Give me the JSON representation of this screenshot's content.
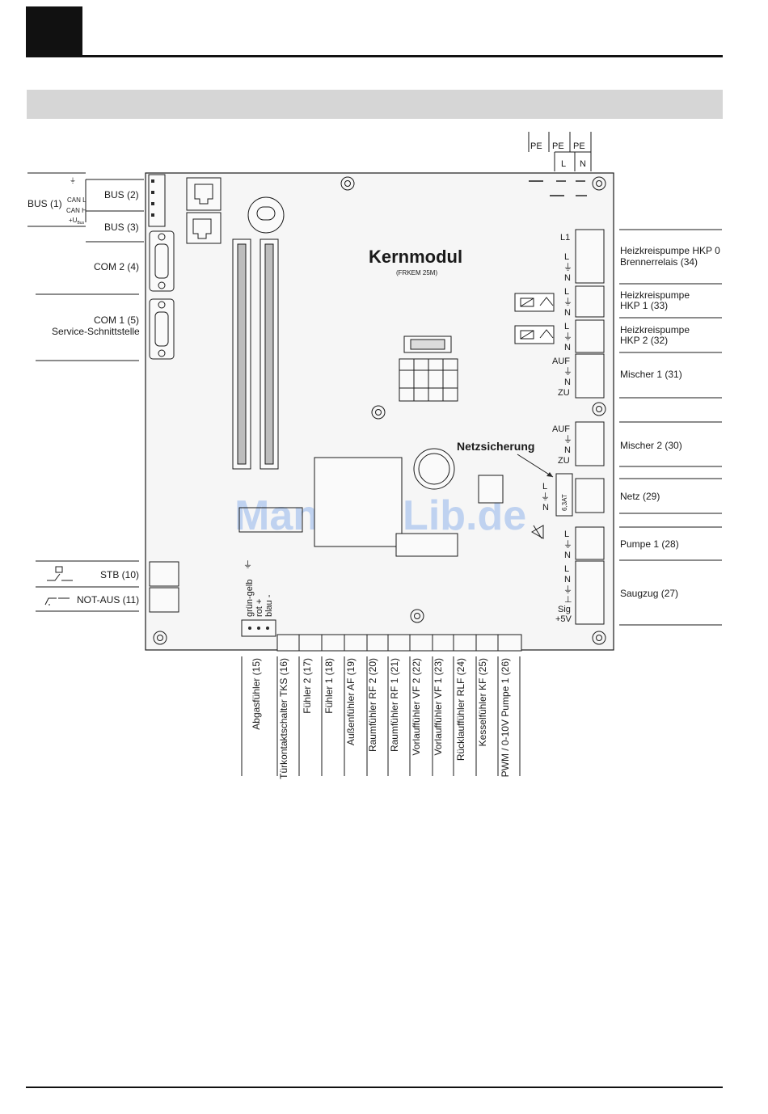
{
  "board": {
    "title": "Kernmodul",
    "subtitle": "(FRKEM 25M)",
    "fuse_label": "Netzsicherung",
    "fuse_value": "6,3AT",
    "watermark": "ManualsLib.de"
  },
  "top_terminals": {
    "pe": [
      "PE",
      "PE",
      "PE"
    ],
    "l": "L",
    "n": "N"
  },
  "left_labels": {
    "bus1": "BUS (1)",
    "bus2": "BUS (2)",
    "bus3": "BUS (3)",
    "can_l": "CAN L",
    "can_h": "CAN H",
    "u_bus": "+U",
    "u_bus_sub": "Bus",
    "com2": "COM 2 (4)",
    "com1": "COM 1 (5)",
    "service": "Service-Schnittstelle",
    "stb": "STB (10)",
    "notaus": "NOT-AUS (11)"
  },
  "right_labels": {
    "hkp0_line1": "Heizkreispumpe HKP 0",
    "hkp0_line2": "Brennerrelais (34)",
    "hkp1_line1": "Heizkreispumpe",
    "hkp1_line2": "HKP 1 (33)",
    "hkp2_line1": "Heizkreispumpe",
    "hkp2_line2": "HKP 2 (32)",
    "mischer1": "Mischer 1 (31)",
    "mischer2": "Mischer 2 (30)",
    "netz": "Netz (29)",
    "pumpe1": "Pumpe 1 (28)",
    "saugzug": "Saugzug (27)"
  },
  "pin_labels": {
    "l1": "L1",
    "l": "L",
    "n": "N",
    "auf": "AUF",
    "zu": "ZU",
    "sig": "Sig",
    "plus5v": "+5V"
  },
  "wire_colors": {
    "gruen_gelb": "grün-gelb",
    "rot": "rot +",
    "blau": "blau -"
  },
  "bottom_labels": [
    "Abgasfühler (15)",
    "Türkontaktschalter TKS (16)",
    "Fühler 2 (17)",
    "Fühler 1 (18)",
    "Außenfühler AF (19)",
    "Raumfühler RF 2 (20)",
    "Raumfühler RF 1 (21)",
    "Vorlauffühler VF 2 (22)",
    "Vorlauffühler VF 1 (23)",
    "Rücklauffühler RLF (24)",
    "Kesselfühler KF (25)",
    "PWM / 0-10V Pumpe 1 (26)"
  ]
}
